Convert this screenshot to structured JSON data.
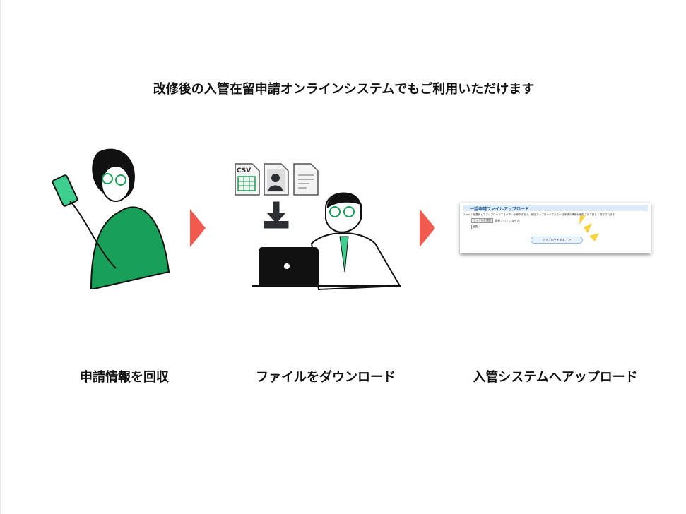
{
  "title": "改修後の入管在留申請オンラインシステムでもご利用いただけます",
  "steps": [
    {
      "label": "申請情報を回収"
    },
    {
      "label": "ファイルをダウンロード"
    },
    {
      "label": "入管システムへアップロード"
    }
  ],
  "icons": {
    "csv_label": "CSV"
  },
  "screenshot": {
    "header": "一括申請ファイルアップロード",
    "description": "ファイルを選択してアップロードするボタンを押下すると、前回アップロードされた一括申請の情報が削除されて新しく保存されます。",
    "choose_file": "ファイルを選択",
    "no_file": "選択されていません",
    "delete": "削除",
    "upload": "アップロードする",
    "upload_chevron": ">"
  },
  "colors": {
    "accent": "#f25a4f",
    "green": "#18a058"
  }
}
